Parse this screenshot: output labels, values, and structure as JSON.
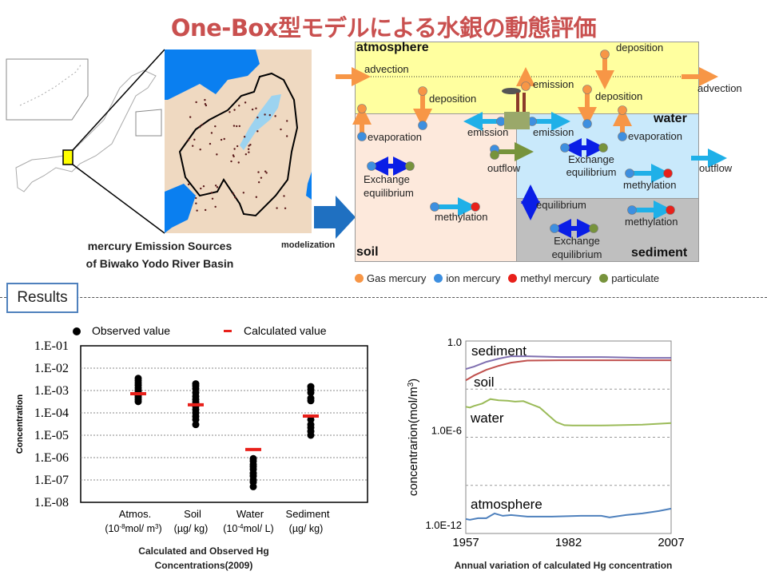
{
  "title": "One-Box型モデルによる水銀の動態評価",
  "map": {
    "caption_line1": "mercury Emission Sources",
    "caption_line2": "of Biwako Yodo River Basin",
    "modelization_label": "modelization"
  },
  "diagram": {
    "compartments": {
      "atmosphere": "atmosphere",
      "water": "water",
      "soil": "soil",
      "sediment": "sediment"
    },
    "labels": {
      "advection_in": "advection",
      "advection_out": "advection",
      "deposition_top": "deposition",
      "emission_atm": "emission",
      "deposition_soil": "deposition",
      "deposition_water": "deposition",
      "evaporation_soil": "evaporation",
      "evaporation_water": "evaporation",
      "emission_soil": "emission",
      "emission_water": "emission",
      "outflow_soil": "outflow",
      "outflow_water": "outflow",
      "exchange_soil_1": "Exchange",
      "exchange_soil_2": "equilibrium",
      "exchange_water_1": "Exchange",
      "exchange_water_2": "equilibrium",
      "exchange_sed_1": "Exchange",
      "exchange_sed_2": "equilibrium",
      "methylation_soil": "methylation",
      "methylation_water": "methylation",
      "methylation_sed": "methylation",
      "equilibrium_ws": "equilibrium"
    },
    "legend": [
      {
        "label": "Gas mercury",
        "color": "#f79646"
      },
      {
        "label": "ion mercury",
        "color": "#3d8fe0"
      },
      {
        "label": "methyl mercury",
        "color": "#e8201a"
      },
      {
        "label": "particulate",
        "color": "#77933c"
      }
    ],
    "colors": {
      "atmosphere": "#ffff9f",
      "soil": "#fde9dc",
      "water": "#c9e9fb",
      "sediment": "#bfbfbf",
      "gas_arrow": "#f79646",
      "ion_arrow": "#1fb0e8",
      "exchange_arrow": "#0a1ee6"
    }
  },
  "results_label": "Results",
  "chart_data": [
    {
      "type": "scatter",
      "title": "Calculated and Observed Hg Concentrations(2009)",
      "title_line1": "Calculated and Observed Hg",
      "title_line2": "Concentrations(2009)",
      "ylabel": "Concentration",
      "yscale": "log",
      "ylim": [
        1e-08,
        0.1
      ],
      "yticks": [
        "1.E-01",
        "1.E-02",
        "1.E-03",
        "1.E-04",
        "1.E-05",
        "1.E-06",
        "1.E-07",
        "1.E-08"
      ],
      "grid": true,
      "legend": {
        "observed": "Observed value",
        "calculated": "Calculated value",
        "placement": "top"
      },
      "categories": [
        {
          "name": "Atmos.",
          "unit_pre": "(10",
          "unit_exp": "-8",
          "unit_post": "mol/ m",
          "unit_exp2": "3",
          "unit_end": ")"
        },
        {
          "name": "Soil",
          "unit_pre": "(µg/ kg)",
          "unit_exp": "",
          "unit_post": "",
          "unit_exp2": "",
          "unit_end": ""
        },
        {
          "name": "Water",
          "unit_pre": "(10",
          "unit_exp": "-4",
          "unit_post": "mol/ L)",
          "unit_exp2": "",
          "unit_end": ""
        },
        {
          "name": "Sediment",
          "unit_pre": "(µg/ kg)",
          "unit_exp": "",
          "unit_post": "",
          "unit_exp2": "",
          "unit_end": ""
        }
      ],
      "calculated": [
        0.00072,
        0.00023,
        2.3e-06,
        7.2e-05
      ],
      "observed": [
        [
          0.00032,
          0.0004,
          0.0005,
          0.0006,
          0.0008,
          0.001,
          0.0013,
          0.0017,
          0.0022,
          0.0028,
          0.0035
        ],
        [
          3e-05,
          5e-05,
          7e-05,
          0.0001,
          0.00014,
          0.0002,
          0.0003,
          0.0004,
          0.00055,
          0.0008,
          0.0012,
          0.0016,
          0.002
        ],
        [
          5e-08,
          8e-08,
          1e-07,
          1.5e-07,
          2e-07,
          3e-07,
          4e-07,
          5e-07,
          7e-07,
          9e-07
        ],
        [
          1e-05,
          1.5e-05,
          2.2e-05,
          3e-05,
          5e-05,
          0.00035,
          0.00045,
          0.0008,
          0.0011,
          0.0015
        ]
      ]
    },
    {
      "type": "line",
      "title": "Annual variation of calculated Hg concentration",
      "ylabel": "concentrarion(mol/m",
      "ylabel_sup": "3",
      "ylabel_end": ")",
      "yscale": "log",
      "ylim_log10": [
        -12,
        0
      ],
      "yticks": [
        {
          "label": "1.0",
          "log10": 0
        },
        {
          "label": "1.0E-6",
          "log10": -6
        },
        {
          "label": "1.0E-12",
          "log10": -12
        }
      ],
      "gridlines_log10": [
        -3,
        -6,
        -9
      ],
      "xlim": [
        1957,
        2007
      ],
      "xticks": [
        "1957",
        "1982",
        "2007"
      ],
      "series": [
        {
          "name": "sediment",
          "color": "#7f6fb0",
          "x": [
            1957,
            1959,
            1962,
            1965,
            1968,
            1972,
            1980,
            1990,
            2000,
            2007
          ],
          "log10": [
            -1.75,
            -1.6,
            -1.3,
            -1.1,
            -0.95,
            -0.95,
            -1.0,
            -1.0,
            -1.05,
            -1.05
          ]
        },
        {
          "name": "soil",
          "color": "#c0504d",
          "x": [
            1957,
            1959,
            1962,
            1965,
            1968,
            1972,
            1980,
            1990,
            2000,
            2007
          ],
          "log10": [
            -2.45,
            -2.15,
            -1.8,
            -1.55,
            -1.35,
            -1.22,
            -1.2,
            -1.2,
            -1.2,
            -1.2
          ]
        },
        {
          "name": "water",
          "color": "#9bbb59",
          "x": [
            1957,
            1958,
            1959,
            1961,
            1963,
            1965,
            1967,
            1969,
            1971,
            1973,
            1975,
            1977,
            1979,
            1981,
            1983,
            1990,
            2000,
            2007
          ],
          "log10": [
            -4.1,
            -4.15,
            -4.05,
            -3.9,
            -3.62,
            -3.7,
            -3.72,
            -3.78,
            -3.75,
            -3.95,
            -4.15,
            -4.6,
            -5.05,
            -5.25,
            -5.27,
            -5.27,
            -5.22,
            -5.12
          ]
        },
        {
          "name": "atmosphere",
          "color": "#4f81bd",
          "x": [
            1957,
            1958,
            1960,
            1962,
            1963,
            1964,
            1966,
            1968,
            1972,
            1978,
            1985,
            1990,
            1992,
            1996,
            2000,
            2004,
            2007
          ],
          "log10": [
            -11.1,
            -11.15,
            -11.05,
            -11.05,
            -10.9,
            -10.75,
            -10.9,
            -10.85,
            -10.95,
            -10.95,
            -10.9,
            -10.9,
            -11.0,
            -10.85,
            -10.75,
            -10.6,
            -10.45
          ]
        }
      ]
    }
  ]
}
